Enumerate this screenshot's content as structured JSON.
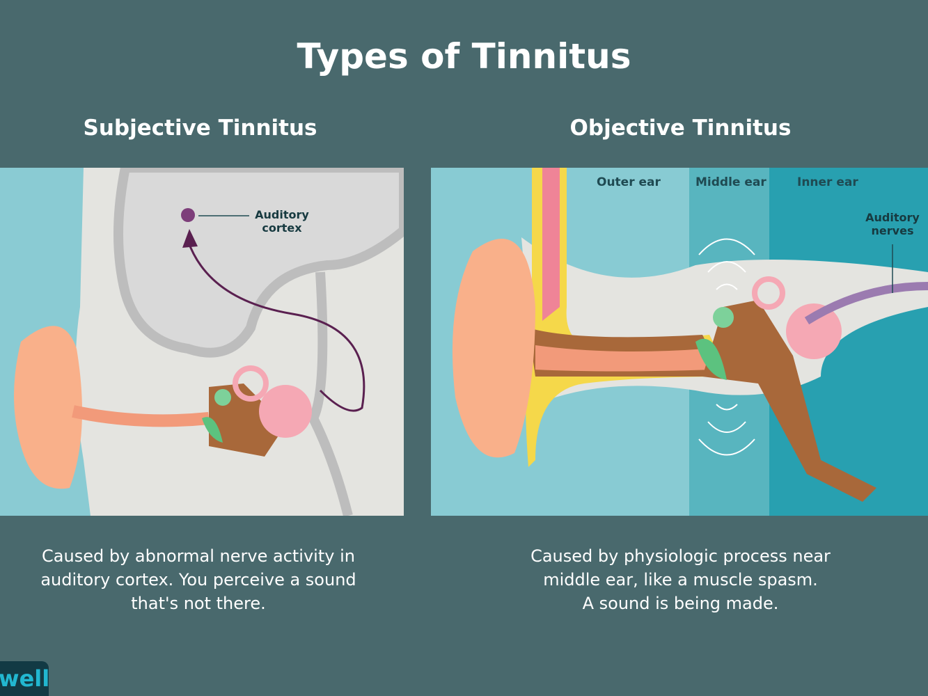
{
  "title": "Types of Tinnitus",
  "left": {
    "heading": "Subjective Tinnitus",
    "label_auditory_cortex": "Auditory cortex",
    "caption_lines": [
      "Caused by abnormal nerve activity in",
      "auditory cortex. You perceive a sound",
      "that's not there."
    ]
  },
  "right": {
    "heading": "Objective Tinnitus",
    "zones": [
      "Outer ear",
      "Middle ear",
      "Inner ear"
    ],
    "label_auditory_nerves": "Auditory nerves",
    "caption_lines": [
      "Caused by physiologic process near",
      "middle ear, like a muscle spasm.",
      "A sound is being made."
    ]
  },
  "logo": "well",
  "colors": {
    "background": "#49696d",
    "outer": "#88cbd3",
    "middle": "#58b5bf",
    "inner": "#28a0b0"
  }
}
